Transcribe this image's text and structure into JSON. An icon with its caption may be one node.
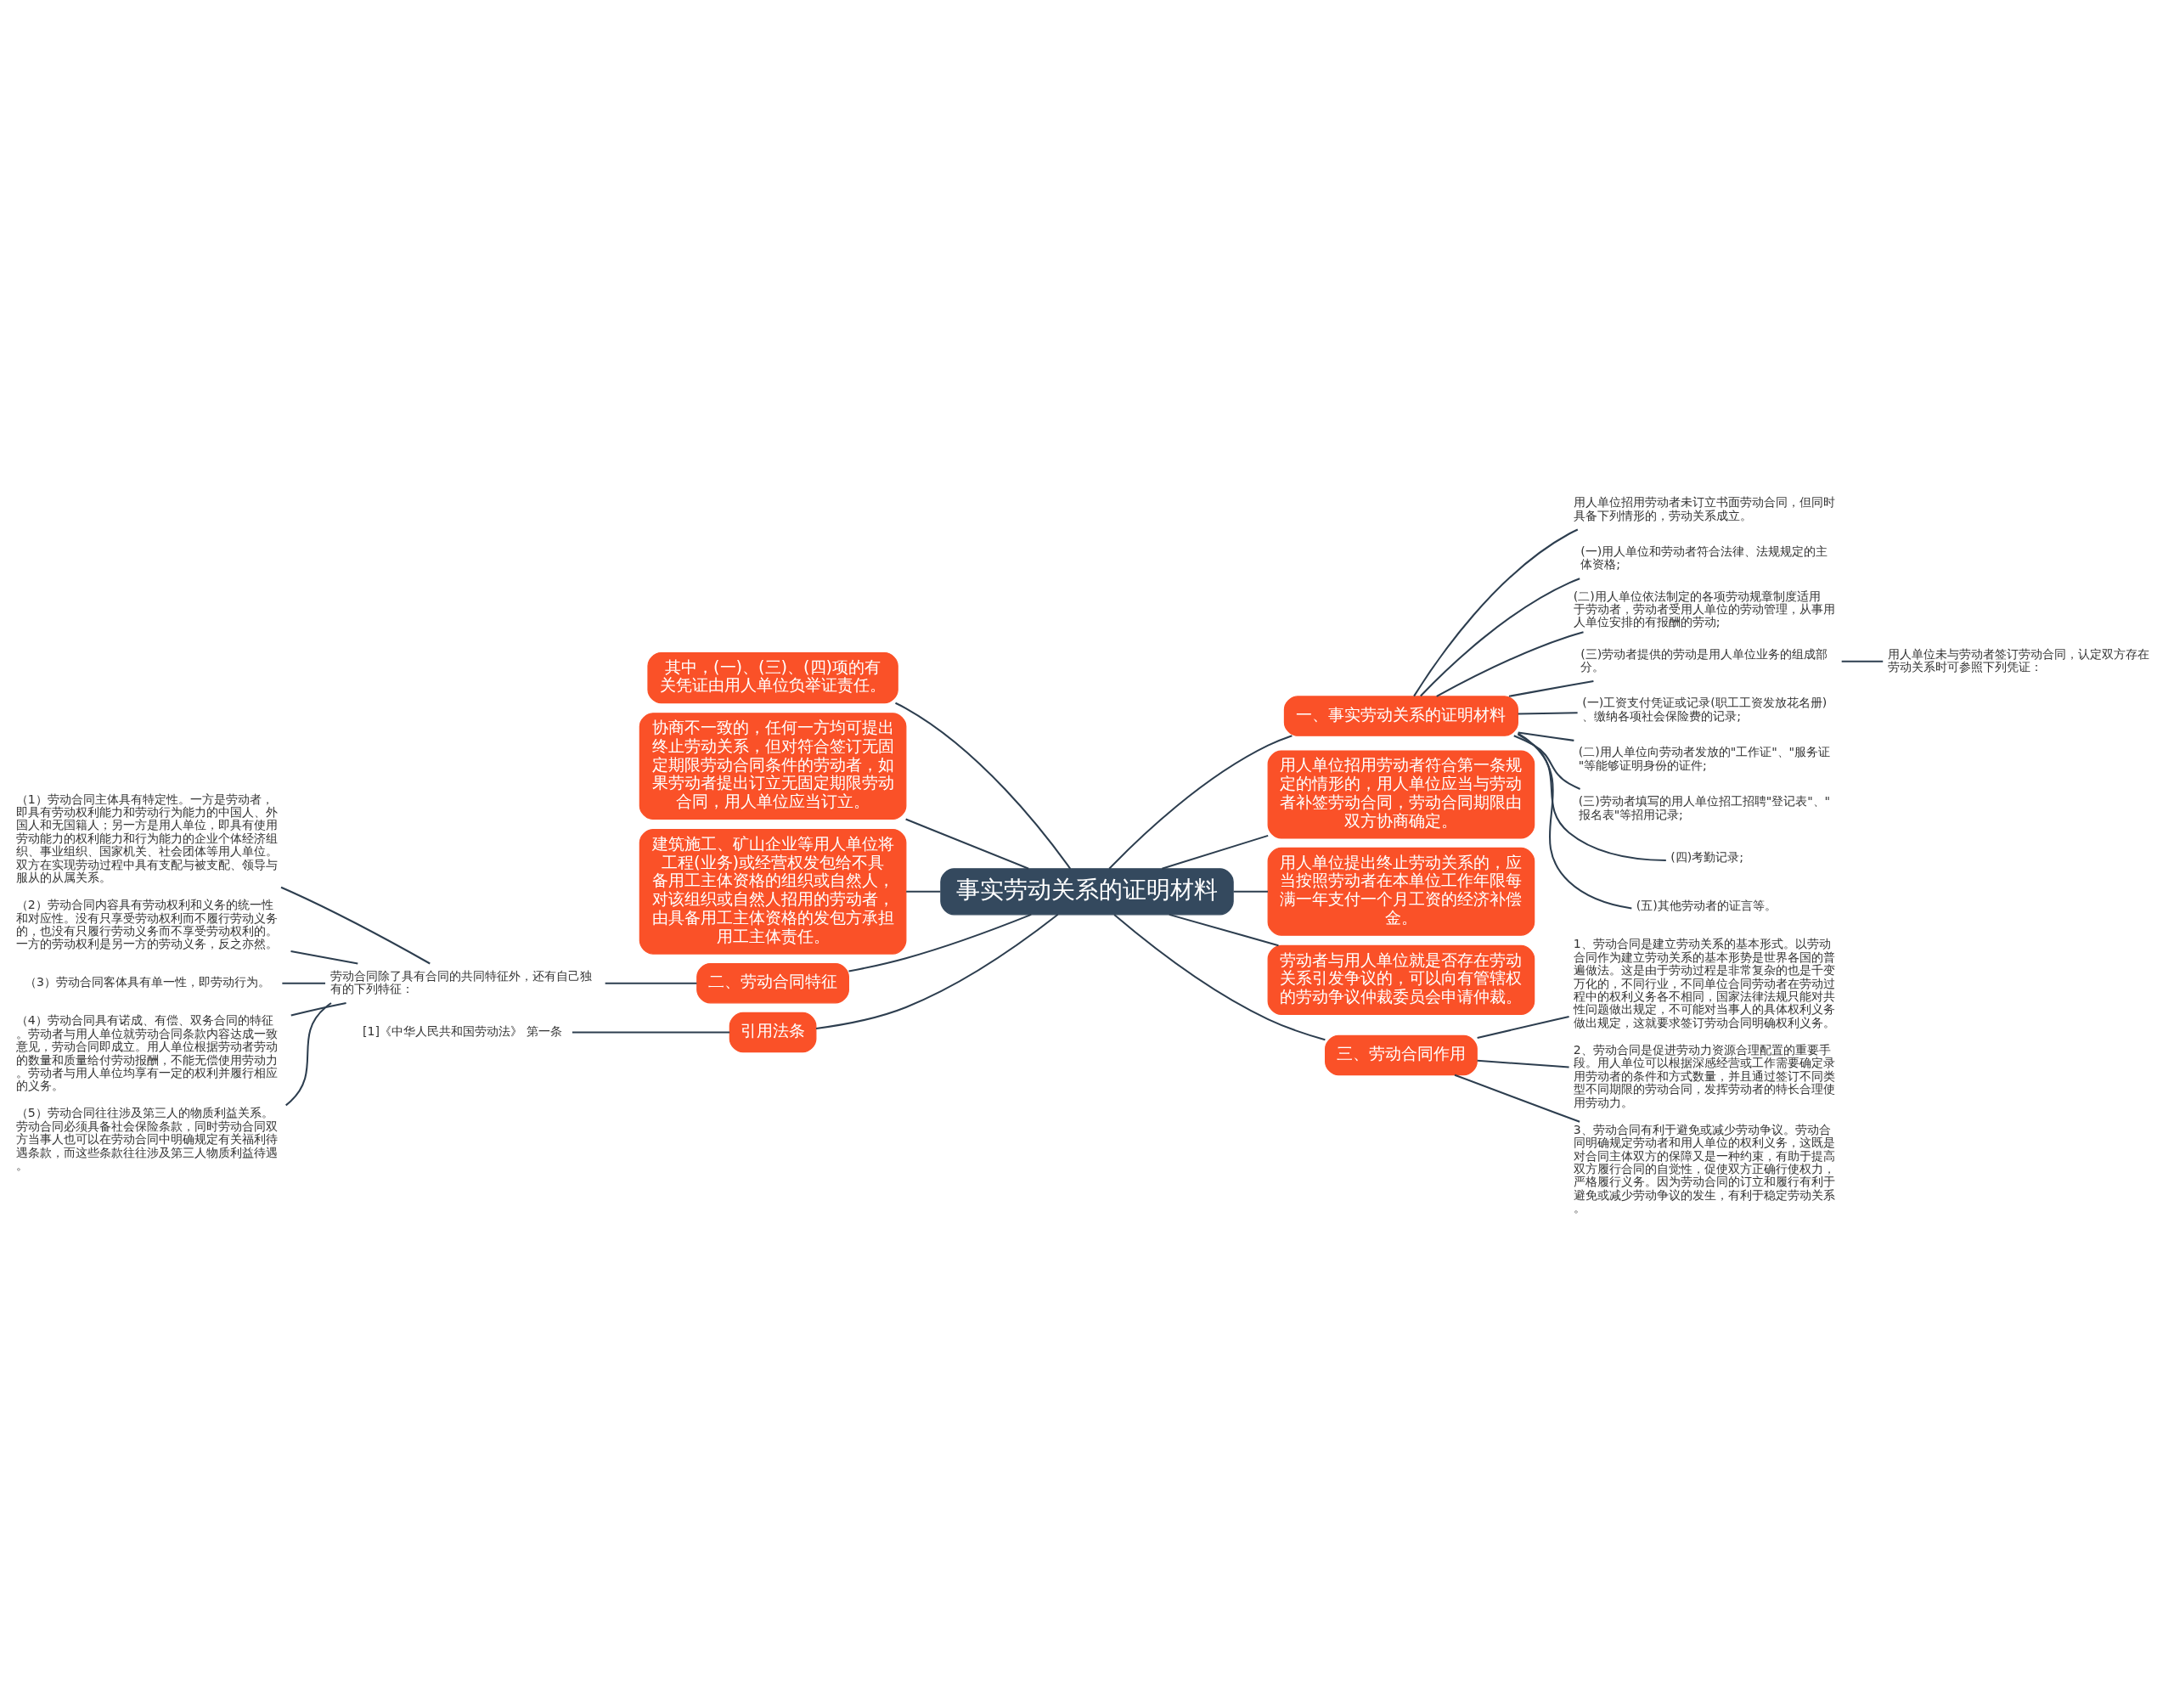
{
  "diagram": {
    "nodes": [
      {
        "text": [
          "事实劳动关系的证明材料"
        ]
      },
      {
        "text": [
          "一、事实劳动关系的证明材料"
        ]
      },
      {
        "text": [
          "用人单位招用劳动者未订立书面劳动合同，但同时具备下列情形的，劳动关系成立。"
        ]
      },
      {
        "text": [
          "(一)用人单位和劳动者符合法律、法规规定的主体资格;"
        ]
      },
      {
        "text": [
          "(二)用人单位依法制定的各项劳动规章制度适用于劳动者，劳动者受用人单位的劳动管理，从事用人单位安排的有报酬的劳动;"
        ]
      },
      {
        "text": [
          "(三)劳动者提供的劳动是用人单位业务的组成部分。"
        ]
      },
      {
        "text": [
          "用人单位未与劳动者签订劳动合同，认定双方存在劳动关系时可参照下列凭证："
        ]
      },
      {
        "text": [
          "(一)工资支付凭证或记录(职工工资发放花名册)、缴纳各项社会保险费的记录;"
        ]
      },
      {
        "text": [
          "(二)用人单位向劳动者发放的\"工作证\"、\"服务证\"等能够证明身份的证件;"
        ]
      },
      {
        "text": [
          "(三)劳动者填写的用人单位招工招聘\"登记表\"、\"报名表\"等招用记录;"
        ]
      },
      {
        "text": [
          "(四)考勤记录;"
        ]
      },
      {
        "text": [
          "(五)其他劳动者的证言等。"
        ]
      },
      {
        "text": [
          "用人单位招用劳动者符合第一条规定的情形的，用人单位应当与劳动者补签劳动合同，劳动合同期限由双方协商确定。"
        ]
      },
      {
        "text": [
          "用人单位提出终止劳动关系的，应当按照劳动者在本单位工作年限每满一年支付一个月工资的经济补偿金。"
        ]
      },
      {
        "text": [
          "劳动者与用人单位就是否存在劳动关系引发争议的，可以向有管辖权的劳动争议仲裁委员会申请仲裁。"
        ]
      },
      {
        "text": [
          "三、劳动合同作用"
        ]
      },
      {
        "text": [
          "1、劳动合同是建立劳动关系的基本形式。以劳动合同作为建立劳动关系的基本形势是世界各国的普遍做法。这是由于劳动过程是非常复杂的也是千变万化的，不同行业，不同单位合同劳动者在劳动过程中的权利义务各不相同，国家法律法规只能对共性问题做出规定，不可能对当事人的具体权利义务做出规定，这就要求签订劳动合同明确权利义务。"
        ]
      },
      {
        "text": [
          "2、劳动合同是促进劳动力资源合理配置的重要手段。用人单位可以根据深感经营或工作需要确定录用劳动者的条件和方式数量，并且通过签订不同类型不同期限的劳动合同，发挥劳动者的特长合理使用劳动力。"
        ]
      },
      {
        "text": [
          "3、劳动合同有利于避免或减少劳动争议。劳动合同明确规定劳动者和用人单位的权利义务，这既是对合同主体双方的保障又是一种约束，有助于提高双方履行合同的自觉性，促使双方正确行使权力，严格履行义务。因为劳动合同的订立和履行有利于避免或减少劳动争议的发生，有利于稳定劳动关系。"
        ]
      },
      {
        "text": [
          "其中，(一)、(三)、(四)项的有关凭证由用人单位负举证责任。"
        ]
      },
      {
        "text": [
          "协商不一致的，任何一方均可提出终止劳动关系，但对符合签订无固定期限劳动合同条件的劳动者，如果劳动者提出订立无固定期限劳动合同，用人单位应当订立。"
        ]
      },
      {
        "text": [
          "建筑施工、矿山企业等用人单位将工程(业务)或经营权发包给不具备用工主体资格的组织或自然人，对该组织或自然人招用的劳动者，由具备用工主体资格的发包方承担用工主体责任。"
        ]
      },
      {
        "text": [
          "二、劳动合同特征"
        ]
      },
      {
        "text": [
          "劳动合同除了具有合同的共同特征外，还有自己独有的下列特征："
        ]
      },
      {
        "text": [
          "（1）劳动合同主体具有特定性。一方是劳动者，即具有劳动权利能力和劳动行为能力的中国人、外国人和无国籍人；另一方是用人单位，即具有使用劳动能力的权利能力和行为能力的企业个体经济组织、事业组织、国家机关、社会团体等用人单位。双方在实现劳动过程中具有支配与被支配、领导与服从的从属关系。"
        ]
      },
      {
        "text": [
          "（2）劳动合同内容具有劳动权利和义务的统一性和对应性。没有只享受劳动权利而不履行劳动义务的，也没有只履行劳动义务而不享受劳动权利的。一方的劳动权利是另一方的劳动义务，反之亦然。"
        ]
      },
      {
        "text": [
          "（3）劳动合同客体具有单一性，即劳动行为。"
        ]
      },
      {
        "text": [
          "（4）劳动合同具有诺成、有偿、双务合同的特征。劳动者与用人单位就劳动合同条款内容达成一致意见，劳动合同即成立。用人单位根据劳动者劳动的数量和质量给付劳动报酬，不能无偿使用劳动力。劳动者与用人单位均享有一定的权利并履行相应的义务。"
        ]
      },
      {
        "text": [
          "（5）劳动合同往往涉及第三人的物质利益关系。劳动合同必须具备社会保险条款，同时劳动合同双方当事人也可以在劳动合同中明确规定有关福利待遇条款，而这些条款往往涉及第三人物质利益待遇。"
        ]
      },
      {
        "text": [
          "引用法条"
        ]
      },
      {
        "text": [
          "[1]《中华人民共和国劳动法》 第一条"
        ]
      }
    ],
    "edges": [
      {
        "from": 0,
        "to": 1,
        "arrow": "none"
      },
      {
        "from": 1,
        "to": 2,
        "arrow": "none"
      },
      {
        "from": 1,
        "to": 3,
        "arrow": "none"
      },
      {
        "from": 1,
        "to": 4,
        "arrow": "none"
      },
      {
        "from": 1,
        "to": 5,
        "arrow": "none"
      },
      {
        "from": 5,
        "to": 6,
        "arrow": "none"
      },
      {
        "from": 1,
        "to": 7,
        "arrow": "none"
      },
      {
        "from": 1,
        "to": 8,
        "arrow": "none"
      },
      {
        "from": 1,
        "to": 9,
        "arrow": "none"
      },
      {
        "from": 1,
        "to": 10,
        "arrow": "none"
      },
      {
        "from": 1,
        "to": 11,
        "arrow": "none"
      },
      {
        "from": 0,
        "to": 12,
        "arrow": "none"
      },
      {
        "from": 0,
        "to": 13,
        "arrow": "none"
      },
      {
        "from": 0,
        "to": 14,
        "arrow": "none"
      },
      {
        "from": 0,
        "to": 15,
        "arrow": "none"
      },
      {
        "from": 15,
        "to": 16,
        "arrow": "none"
      },
      {
        "from": 15,
        "to": 17,
        "arrow": "none"
      },
      {
        "from": 15,
        "to": 18,
        "arrow": "none"
      },
      {
        "from": 0,
        "to": 19,
        "arrow": "none"
      },
      {
        "from": 0,
        "to": 20,
        "arrow": "none"
      },
      {
        "from": 0,
        "to": 21,
        "arrow": "none"
      },
      {
        "from": 0,
        "to": 22,
        "arrow": "none"
      },
      {
        "from": 22,
        "to": 23,
        "arrow": "none"
      },
      {
        "from": 23,
        "to": 24,
        "arrow": "none"
      },
      {
        "from": 23,
        "to": 25,
        "arrow": "none"
      },
      {
        "from": 23,
        "to": 26,
        "arrow": "none"
      },
      {
        "from": 23,
        "to": 27,
        "arrow": "none"
      },
      {
        "from": 23,
        "to": 28,
        "arrow": "none"
      },
      {
        "from": 0,
        "to": 29,
        "arrow": "none"
      },
      {
        "from": 29,
        "to": 30,
        "arrow": "none"
      }
    ]
  }
}
